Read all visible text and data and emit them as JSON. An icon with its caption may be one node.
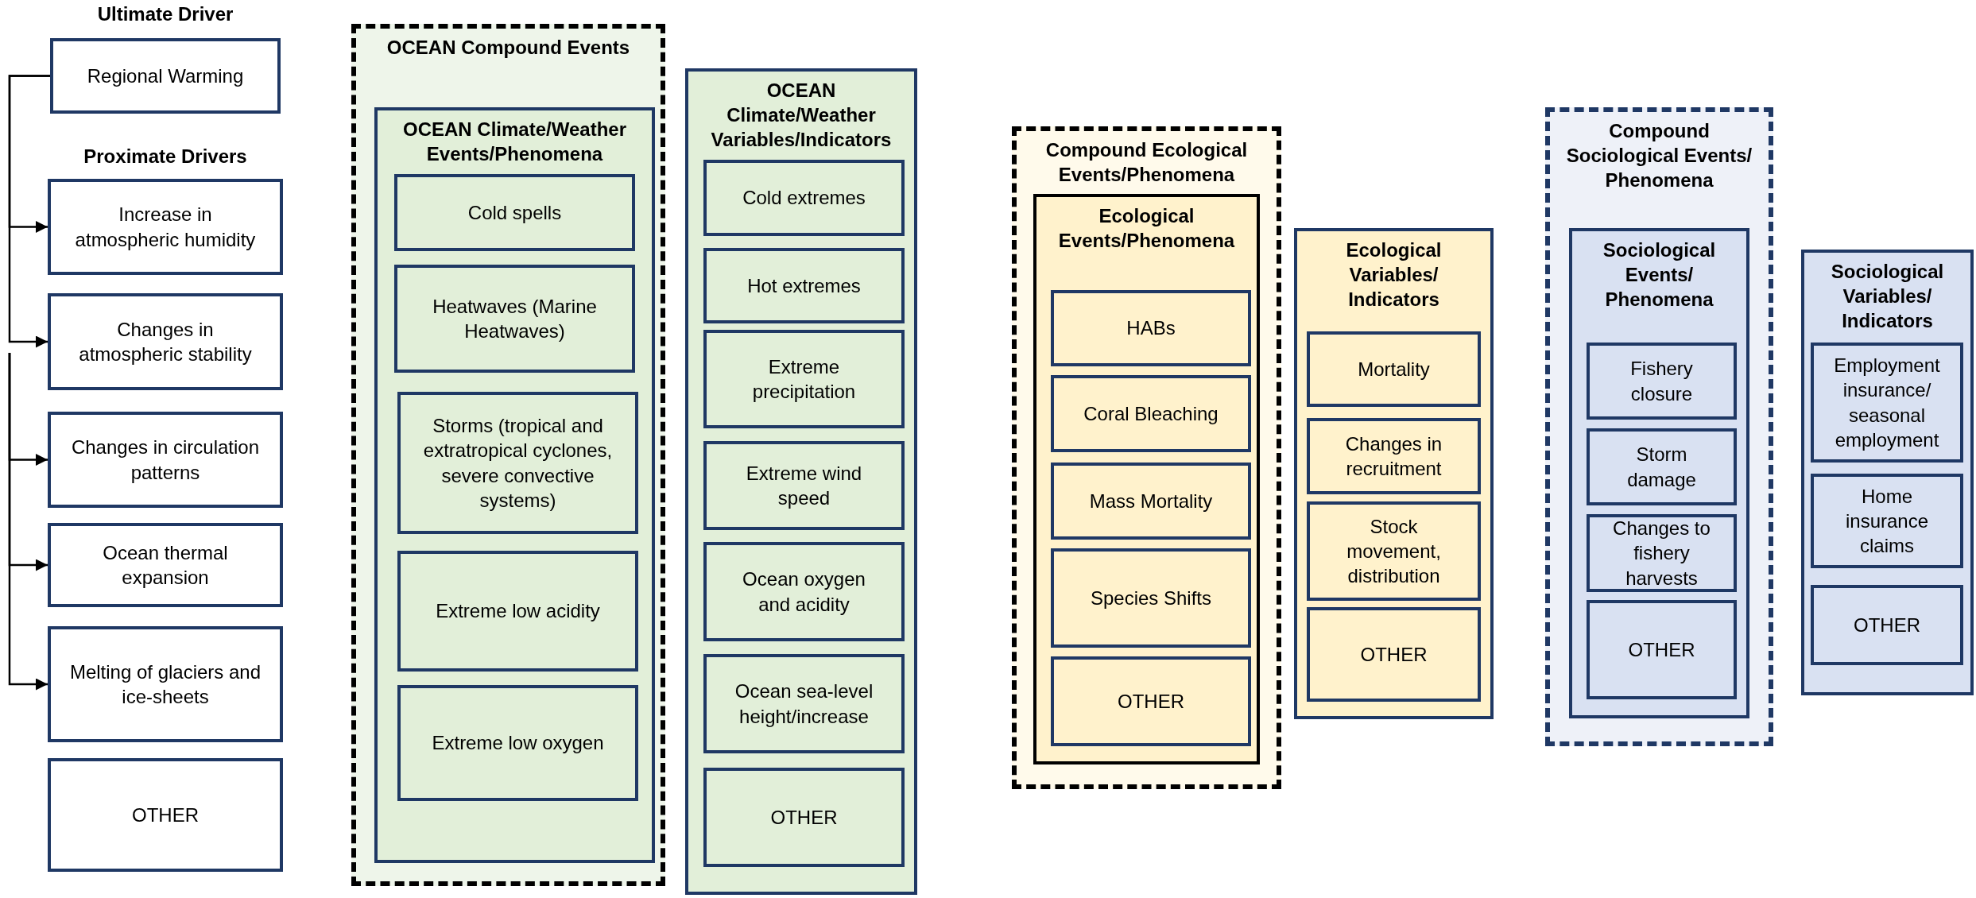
{
  "diagram": {
    "nodes": [
      {
        "text": [
          "Regional Warming"
        ]
      },
      {
        "text": [
          "Increase in atmospheric humidity"
        ]
      },
      {
        "text": [
          "Changes in atmospheric stability"
        ]
      },
      {
        "text": [
          "Changes in circulation patterns"
        ]
      },
      {
        "text": [
          "Ocean thermal expansion"
        ]
      },
      {
        "text": [
          "Melting of glaciers and ice-sheets"
        ]
      },
      {
        "text": [
          "OTHER"
        ]
      },
      {
        "text": [
          "OCEAN Compound Events"
        ]
      },
      {
        "text": [
          "OCEAN Climate/Weather Events/Phenomena"
        ],
        "in": 7
      },
      {
        "text": [
          "Cold spells"
        ],
        "in": 8
      },
      {
        "text": [
          "Heatwaves (Marine Heatwaves)"
        ],
        "in": 8
      },
      {
        "text": [
          "Storms (tropical and extratropical cyclones, severe convective systems)"
        ],
        "in": 8
      },
      {
        "text": [
          "Extreme low acidity"
        ],
        "in": 8
      },
      {
        "text": [
          "Extreme low oxygen"
        ],
        "in": 8
      },
      {
        "text": [
          "OCEAN Climate/Weather Variables/Indicators"
        ]
      },
      {
        "text": [
          "Cold extremes"
        ],
        "in": 14
      },
      {
        "text": [
          "Hot extremes"
        ],
        "in": 14
      },
      {
        "text": [
          "Extreme precipitation"
        ],
        "in": 14
      },
      {
        "text": [
          "Extreme wind speed"
        ],
        "in": 14
      },
      {
        "text": [
          "Ocean oxygen and acidity"
        ],
        "in": 14
      },
      {
        "text": [
          "Ocean sea-level height/increase"
        ],
        "in": 14
      },
      {
        "text": [
          "OTHER"
        ],
        "in": 14
      },
      {
        "text": [
          "Compound Ecological Events/Phenomena"
        ]
      },
      {
        "text": [
          "Ecological Events/Phenomena"
        ],
        "in": 22
      },
      {
        "text": [
          "HABs"
        ],
        "in": 23
      },
      {
        "text": [
          "Coral Bleaching"
        ],
        "in": 23
      },
      {
        "text": [
          "Mass Mortality"
        ],
        "in": 23
      },
      {
        "text": [
          "Species Shifts"
        ],
        "in": 23
      },
      {
        "text": [
          "OTHER"
        ],
        "in": 23
      },
      {
        "text": [
          "Ecological Variables/ Indicators"
        ]
      },
      {
        "text": [
          "Mortality"
        ],
        "in": 29
      },
      {
        "text": [
          "Changes in recruitment"
        ],
        "in": 29
      },
      {
        "text": [
          "Stock movement, distribution"
        ],
        "in": 29
      },
      {
        "text": [
          "OTHER"
        ],
        "in": 29
      },
      {
        "text": [
          "Compound Sociological Events/ Phenomena"
        ]
      },
      {
        "text": [
          "Sociological Events/ Phenomena"
        ],
        "in": 34
      },
      {
        "text": [
          "Fishery closure"
        ],
        "in": 35
      },
      {
        "text": [
          "Storm damage"
        ],
        "in": 35
      },
      {
        "text": [
          "Changes to fishery harvests"
        ],
        "in": 35
      },
      {
        "text": [
          "OTHER"
        ],
        "in": 35
      },
      {
        "text": [
          "Sociological Variables/ Indicators"
        ]
      },
      {
        "text": [
          "Employment insurance/ seasonal employment"
        ],
        "in": 40
      },
      {
        "text": [
          "Home insurance claims"
        ],
        "in": 40
      },
      {
        "text": [
          "OTHER"
        ],
        "in": 40
      }
    ],
    "edges": [
      {
        "from": 0,
        "to": 1,
        "arrow": "to"
      },
      {
        "from": 0,
        "to": 2,
        "arrow": "to"
      },
      {
        "from": null,
        "to": 3,
        "arrow": "to"
      },
      {
        "from": null,
        "to": 4,
        "arrow": "to"
      },
      {
        "from": null,
        "to": 5,
        "arrow": "to"
      }
    ],
    "labels": [
      "Ultimate Driver",
      "Proximate Drivers"
    ]
  }
}
